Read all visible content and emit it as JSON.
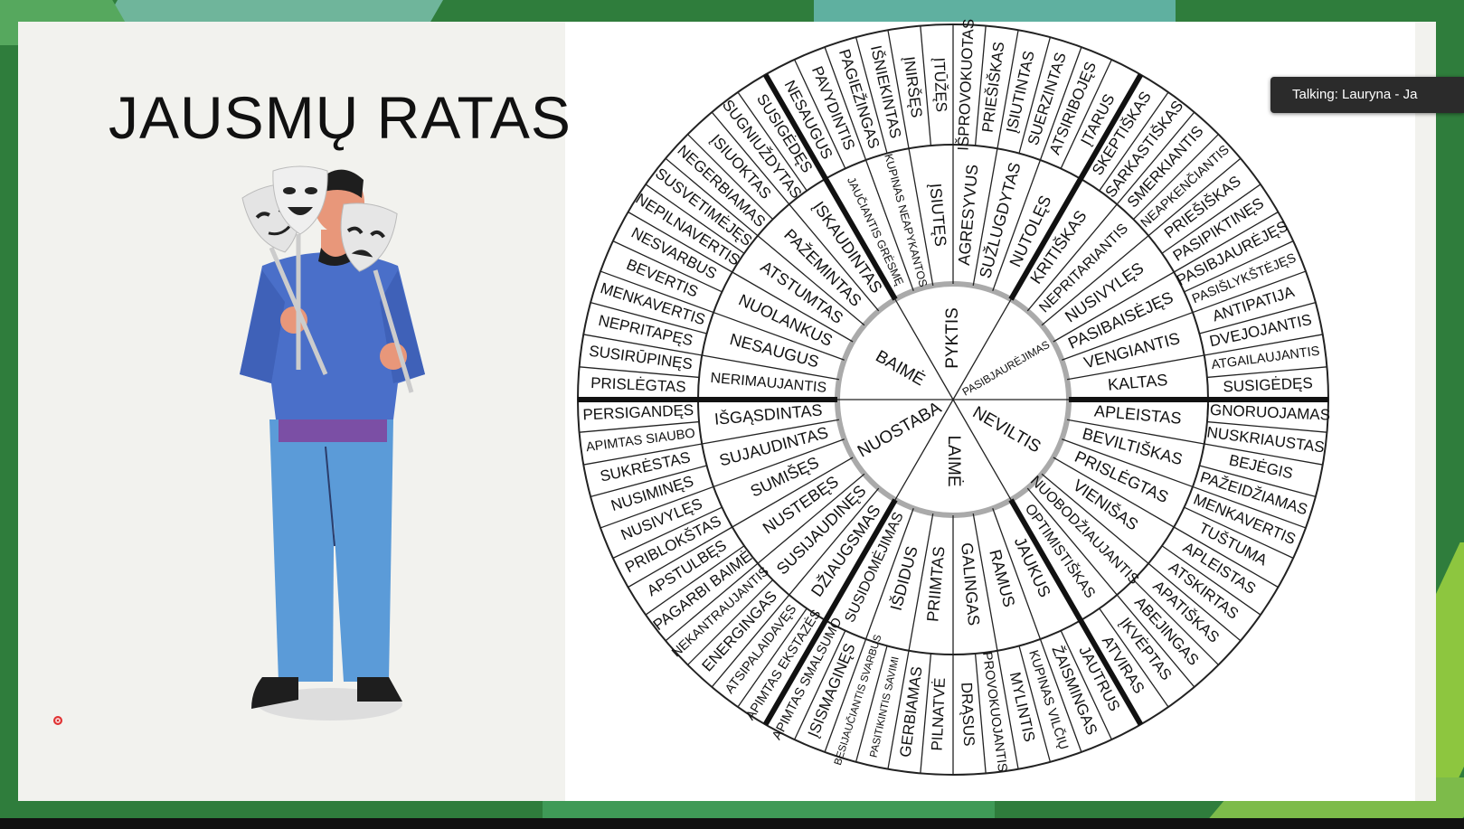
{
  "slide": {
    "title": "JAUSMŲ RATAS"
  },
  "talking_badge": {
    "text": "Talking: Lauryna - Ja"
  },
  "colors": {
    "frame_green": "#2f7d3c",
    "slide_bg": "#f2f2ee",
    "shirt_blue": "#4a6fc9",
    "pants_blue": "#5b9bd8"
  },
  "wheel": {
    "core": [
      {
        "label": "PYKTIS",
        "angle": 0
      },
      {
        "label": "PASIBJAURĖJIMAS",
        "angle": 60
      },
      {
        "label": "NEVILTIS",
        "angle": 120
      },
      {
        "label": "LAIMĖ",
        "angle": 180
      },
      {
        "label": "NUOSTABA",
        "angle": 240
      },
      {
        "label": "BAIMĖ",
        "angle": 300
      }
    ],
    "middle": [
      "AGRESYVUS",
      "SUŽLUGDYTAS",
      "NUTOLĘS",
      "KRITIŠKAS",
      "NEPRITARIANTIS",
      "NUSIVYLĘS",
      "PASIBAISĖJĘS",
      "VENGIANTIS",
      "KALTAS",
      "APLEISTAS",
      "BEVILTIŠKAS",
      "PRISLĖGTAS",
      "VIENIŠAS",
      "NUOBODŽIAUJANTIS",
      "OPTIMISTIŠKAS",
      "JAUKUS",
      "RAMUS",
      "GALINGAS",
      "PRIIMTAS",
      "IŠDIDUS",
      "SUSIDOMĖJIMAS",
      "DŽIAUGSMAS",
      "SUSIJAUDINĘS",
      "NUSTEBĘS",
      "SUMIŠĘS",
      "SUJAUDINTAS",
      "IŠGĄSDINTAS",
      "NERIMAUJANTIS",
      "NESAUGUS",
      "NUOLANKUS",
      "ATSTUMTAS",
      "PAŽEMINTAS",
      "ĮSKAUDINTAS",
      "JAUČIANTIS GRĖSMĘ",
      "KUPINAS NEAPYKANTOS",
      "ĮSIUTĘS"
    ],
    "outer": [
      "IŠPROVOKUOTAS",
      "PRIEŠIŠKAS",
      "ĮSIUTINTAS",
      "SUERZINTAS",
      "ATSIRIBOJĘS",
      "ĮTARUS",
      "SKEPTIŠKAS",
      "SARKASTIŠKAS",
      "SMERKIANTIS",
      "NEAPKENČIANTIS",
      "PRIEŠIŠKAS",
      "PASIPIKTINĘS",
      "PASIBJAURĖJĘS",
      "PASIŠLYKŠTĖJĘS",
      "ANTIPATIJA",
      "DVEJOJANTIS",
      "ATGAILAUJANTIS",
      "SUSIGĖDĘS",
      "IGNORUOJAMAS",
      "NUSKRIAUSTAS",
      "BEJĖGIS",
      "PAŽEIDŽIAMAS",
      "MENKAVERTIS",
      "TUŠTUMA",
      "APLEISTAS",
      "ATSKIRTAS",
      "APATIŠKAS",
      "ABEJINGAS",
      "ĮKVĖPTAS",
      "ATVIRAS",
      "JAUTRUS",
      "ŽAISMINGAS",
      "KUPINAS VILČIŲ",
      "MYLINTIS",
      "PROVOKUOJANTIS",
      "DRĄSUS",
      "PILNATVĖ",
      "GERBIAMAS",
      "PASITIKINTIS SAVIMI",
      "BESIJAUČIANTIS SVARBUS",
      "ĮSISMAGINĘS",
      "APIMTAS SMALSUMO",
      "APIMTAS EKSTAZĖS",
      "ATSIPALAIDAVĘS",
      "ENERGINGAS",
      "NEKANTRAUJANTIS",
      "PAGARBI BAIMĖ",
      "APSTULBĘS",
      "PRIBLOKŠTAS",
      "NUSIVYLĘS",
      "NUSIMINĘS",
      "SUKRĖSTAS",
      "APIMTAS SIAUBO",
      "PERSIGANDĘS",
      "PRISLĖGTAS",
      "SUSIRŪPINĘS",
      "NEPRITAPĘS",
      "MENKAVERTIS",
      "BEVERTIS",
      "NESVARBUS",
      "NEPILNAVERTIS",
      "SUSVETIMĖJĘS",
      "NEGERBIAMAS",
      "ĮSIUOKTAS",
      "SUGNIUŽDYTAS",
      "SUSIGĖDĘS",
      "NESAUGUS",
      "PAVYDINTIS",
      "PAGIEŽINGAS",
      "IŠNIEKINTAS",
      "ĮNIRŠĘS",
      "ĮTŪŽĘS"
    ]
  }
}
